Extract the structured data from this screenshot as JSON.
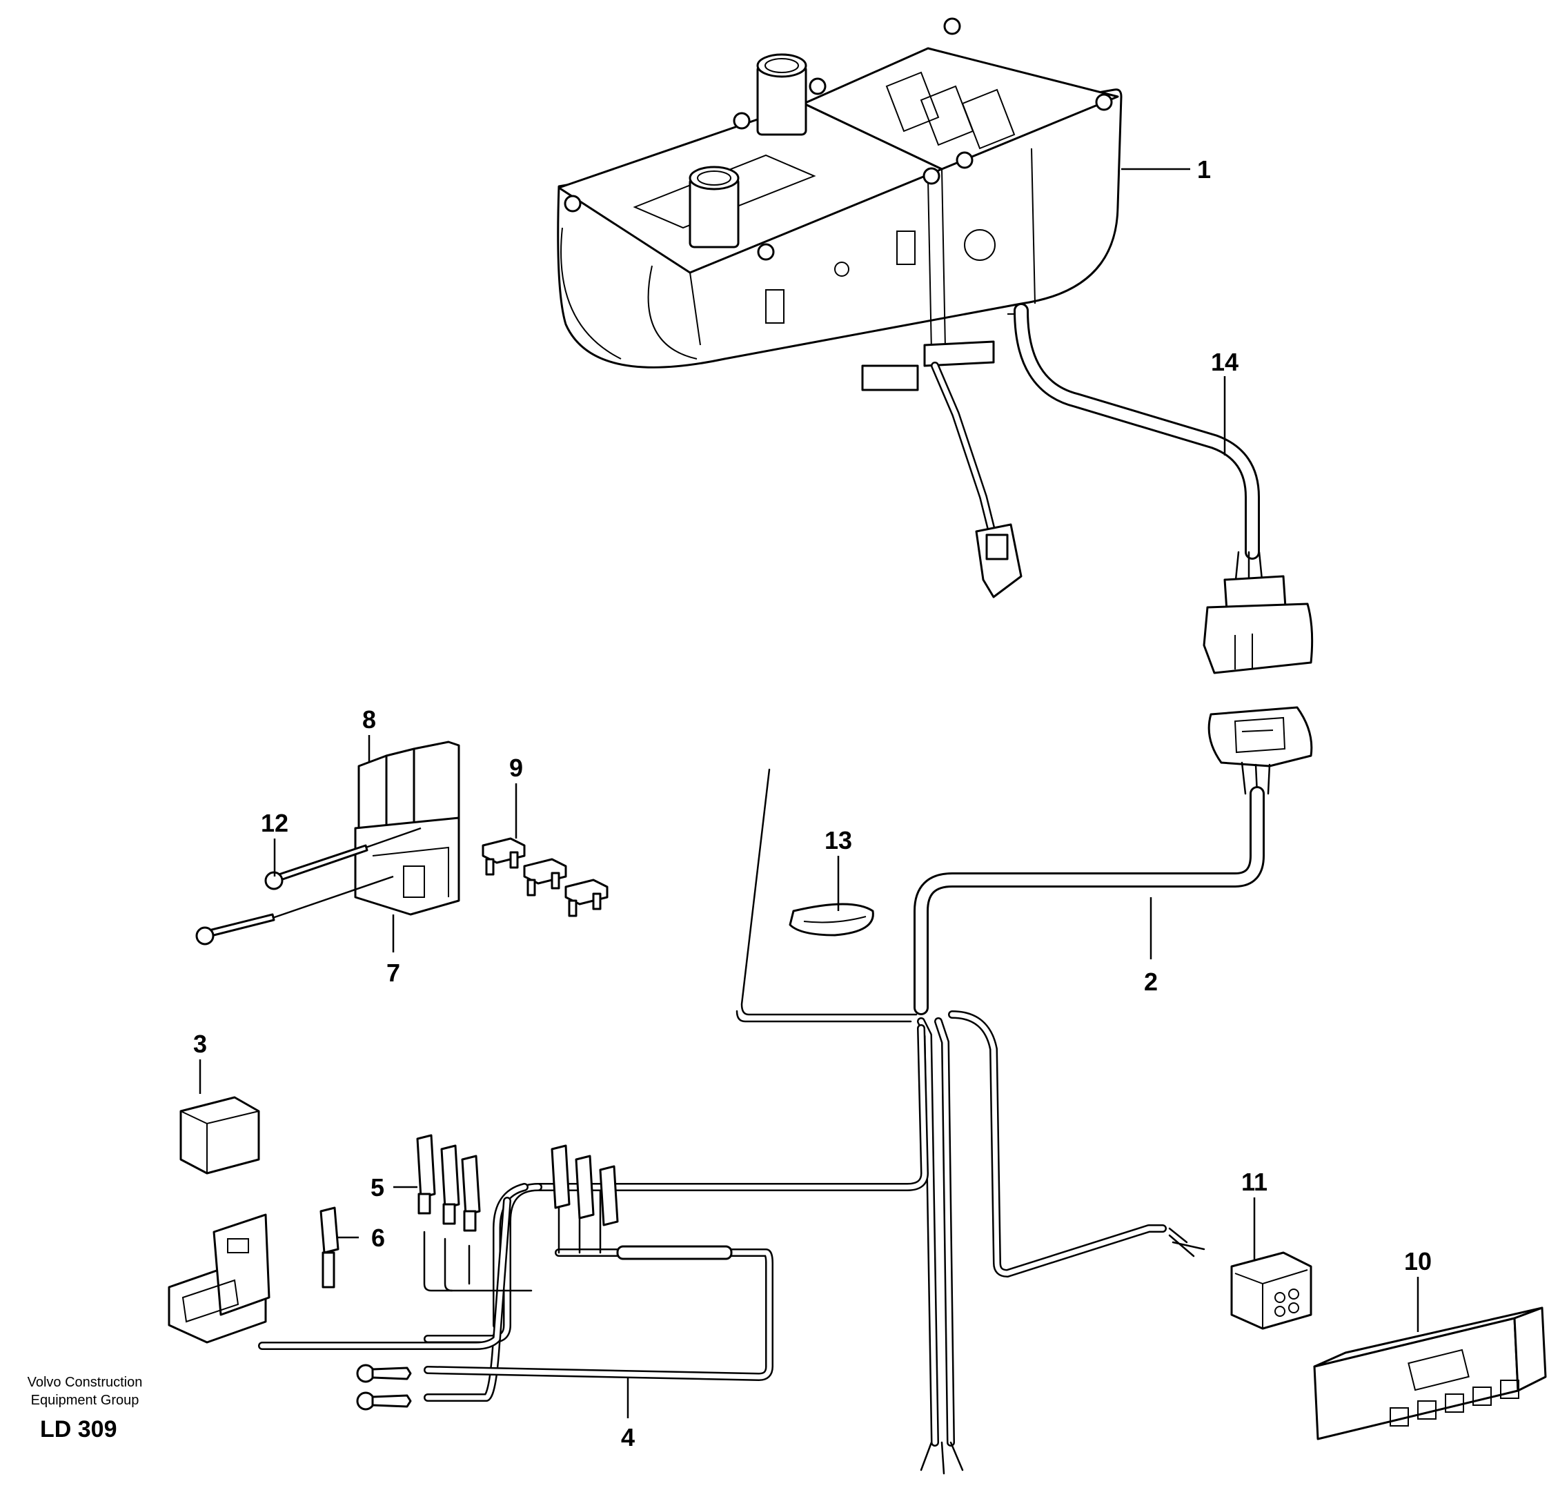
{
  "callouts": {
    "c1": "1",
    "c2": "2",
    "c3": "3",
    "c4": "4",
    "c5": "5",
    "c6": "6",
    "c7": "7",
    "c8": "8",
    "c9": "9",
    "c10": "10",
    "c11": "11",
    "c12": "12",
    "c13": "13",
    "c14": "14"
  },
  "credit": {
    "line1": "Volvo Construction",
    "line2": "Equipment Group",
    "code": "LD 309"
  }
}
